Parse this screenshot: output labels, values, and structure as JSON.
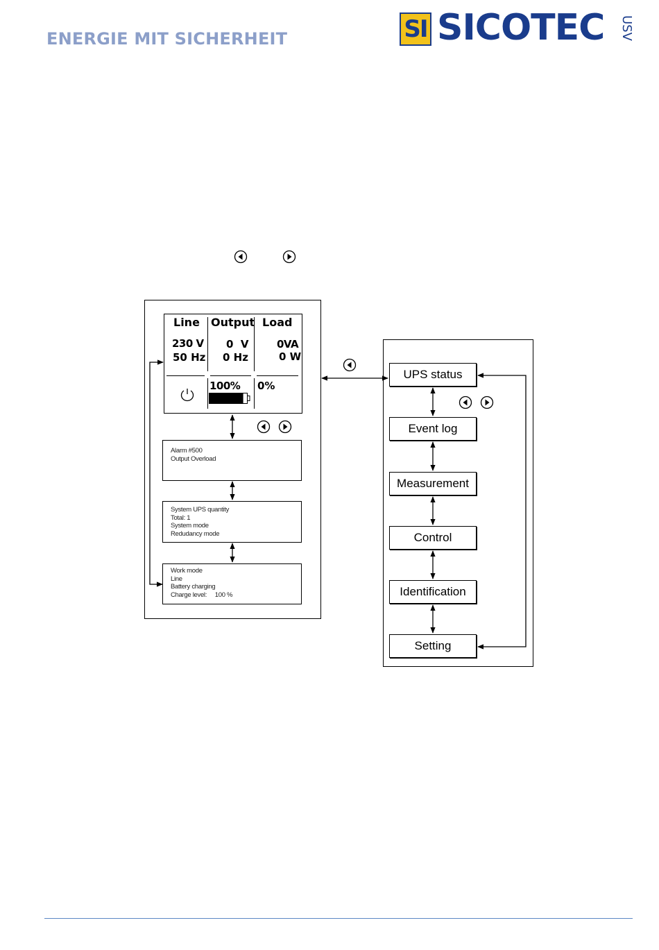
{
  "header": {
    "tagline": "ENERGIE MIT SICHERHEIT",
    "logo_mark": "SI",
    "logo_word": "SICOTEC",
    "logo_suffix": "USV",
    "brand_color": "#1a3c8c",
    "accent_color": "#f2c21b"
  },
  "lcd": {
    "col_line": "Line",
    "col_output": "Output",
    "col_load": "Load",
    "line_voltage": "230 V",
    "line_freq": "50 Hz",
    "out_voltage": "0  V",
    "out_freq": "0 Hz",
    "load_va": "0VA",
    "load_w": "0 W",
    "battery_pct": "100%",
    "load_pct": "0%",
    "battery_level": 0.9
  },
  "screens": {
    "alarm": [
      "Alarm #500",
      "Output Overload"
    ],
    "system": [
      "System UPS quantity",
      "Total: 1",
      "System mode",
      "Redudancy mode"
    ],
    "work": [
      "Work mode",
      "Line",
      "Battery charging",
      "Charge level:     100 %"
    ]
  },
  "menu": {
    "items": [
      "UPS status",
      "Event log",
      "Measurement",
      "Control",
      "Identification",
      "Setting"
    ]
  },
  "icons": {
    "left": "left-arrow-button-icon",
    "right": "right-arrow-button-icon",
    "power": "power-icon",
    "battery": "battery-icon"
  }
}
